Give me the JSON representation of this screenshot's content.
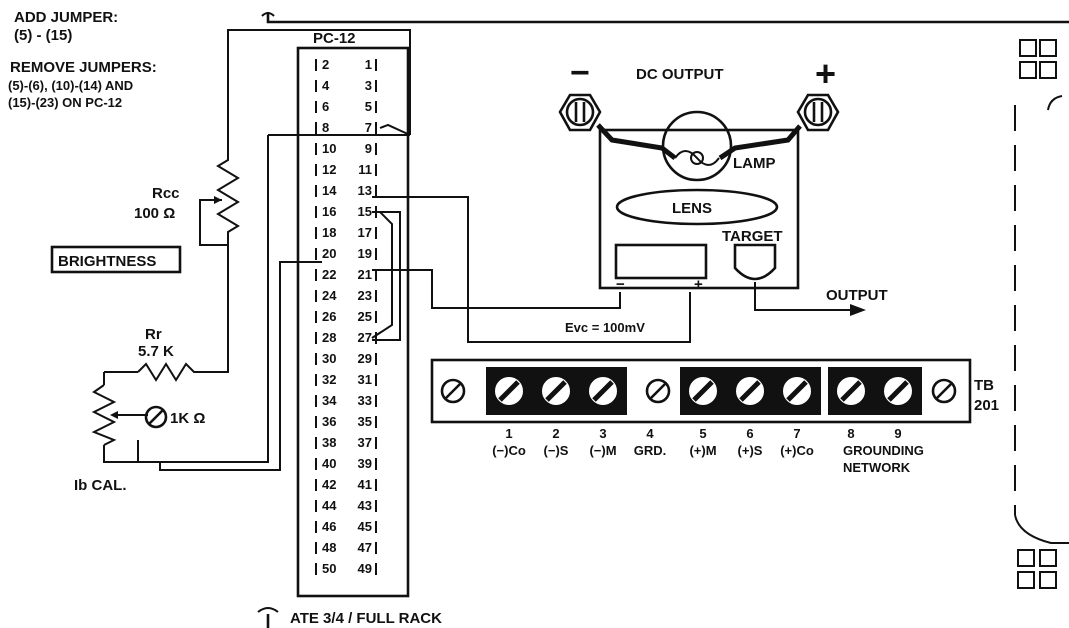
{
  "notes": {
    "add_title": "ADD JUMPER:",
    "add_value": "(5) - (15)",
    "remove_title": "REMOVE JUMPERS:",
    "remove_line1": "(5)-(6), (10)-(14) AND",
    "remove_line2": "(15)-(23) ON PC-12"
  },
  "connector": {
    "title": "PC-12",
    "pins": [
      [
        "2",
        "1"
      ],
      [
        "4",
        "3"
      ],
      [
        "6",
        "5"
      ],
      [
        "8",
        "7"
      ],
      [
        "10",
        "9"
      ],
      [
        "12",
        "11"
      ],
      [
        "14",
        "13"
      ],
      [
        "16",
        "15"
      ],
      [
        "18",
        "17"
      ],
      [
        "20",
        "19"
      ],
      [
        "22",
        "21"
      ],
      [
        "24",
        "23"
      ],
      [
        "26",
        "25"
      ],
      [
        "28",
        "27"
      ],
      [
        "30",
        "29"
      ],
      [
        "32",
        "31"
      ],
      [
        "34",
        "33"
      ],
      [
        "36",
        "35"
      ],
      [
        "38",
        "37"
      ],
      [
        "40",
        "39"
      ],
      [
        "42",
        "41"
      ],
      [
        "44",
        "43"
      ],
      [
        "46",
        "45"
      ],
      [
        "48",
        "47"
      ],
      [
        "50",
        "49"
      ]
    ]
  },
  "components": {
    "rcc_name": "Rcc",
    "rcc_value": "100 Ω",
    "brightness": "BRIGHTNESS",
    "rr_name": "Rr",
    "rr_value": "5.7 K",
    "cal_pot_value": "1K Ω",
    "cal_label": "Ib CAL."
  },
  "dc_output": {
    "title": "DC OUTPUT",
    "minus": "−",
    "plus": "+",
    "lamp": "LAMP",
    "lens": "LENS",
    "target": "TARGET",
    "output": "OUTPUT",
    "evc": "Evc = 100mV",
    "cell_minus": "−",
    "cell_plus": "+"
  },
  "terminal_block": {
    "name": "TB",
    "number": "201",
    "terminals": [
      {
        "num": "1",
        "label": "(−)Co"
      },
      {
        "num": "2",
        "label": "(−)S"
      },
      {
        "num": "3",
        "label": "(−)M"
      },
      {
        "num": "4",
        "label": "GRD."
      },
      {
        "num": "5",
        "label": "(+)M"
      },
      {
        "num": "6",
        "label": "(+)S"
      },
      {
        "num": "7",
        "label": "(+)Co"
      },
      {
        "num": "8",
        "label": "GROUNDING"
      },
      {
        "num": "9",
        "label": ""
      }
    ],
    "network_label": "NETWORK"
  },
  "rack": {
    "label": "ATE 3/4 / FULL RACK"
  }
}
